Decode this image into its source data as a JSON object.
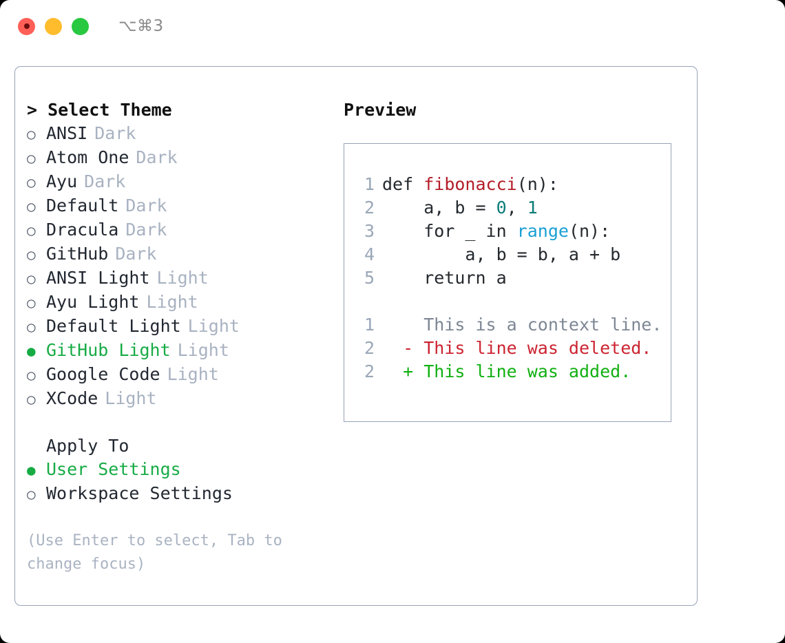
{
  "titlebar": {
    "shortcut": "⌥⌘3",
    "lights": [
      {
        "name": "close",
        "color": "#ff5f57"
      },
      {
        "name": "minimize",
        "color": "#ffbd2e"
      },
      {
        "name": "zoom",
        "color": "#28c840"
      }
    ]
  },
  "theme_list": {
    "header": "> Select Theme",
    "options": [
      {
        "bullet": "○",
        "label": "ANSI",
        "variant": "Dark",
        "selected": false
      },
      {
        "bullet": "○",
        "label": "Atom One",
        "variant": "Dark",
        "selected": false
      },
      {
        "bullet": "○",
        "label": "Ayu",
        "variant": "Dark",
        "selected": false
      },
      {
        "bullet": "○",
        "label": "Default",
        "variant": "Dark",
        "selected": false
      },
      {
        "bullet": "○",
        "label": "Dracula",
        "variant": "Dark",
        "selected": false
      },
      {
        "bullet": "○",
        "label": "GitHub",
        "variant": "Dark",
        "selected": false
      },
      {
        "bullet": "○",
        "label": "ANSI Light",
        "variant": "Light",
        "selected": false
      },
      {
        "bullet": "○",
        "label": "Ayu Light",
        "variant": "Light",
        "selected": false
      },
      {
        "bullet": "○",
        "label": "Default Light",
        "variant": "Light",
        "selected": false
      },
      {
        "bullet": "●",
        "label": "GitHub Light",
        "variant": "Light",
        "selected": true
      },
      {
        "bullet": "○",
        "label": "Google Code",
        "variant": "Light",
        "selected": false
      },
      {
        "bullet": "○",
        "label": "XCode",
        "variant": "Light",
        "selected": false
      }
    ]
  },
  "apply_to": {
    "header": "Apply To",
    "options": [
      {
        "bullet": "●",
        "label": "User Settings",
        "selected": true
      },
      {
        "bullet": "○",
        "label": "Workspace Settings",
        "selected": false
      }
    ]
  },
  "hint": "(Use Enter to select, Tab to change focus)",
  "preview": {
    "title": "Preview",
    "code_lines": [
      {
        "number": "1",
        "tokens": [
          {
            "text": "def ",
            "kind": "plain"
          },
          {
            "text": "fibonacci",
            "kind": "fn"
          },
          {
            "text": "(n):",
            "kind": "plain"
          }
        ]
      },
      {
        "number": "2",
        "tokens": [
          {
            "text": "    a, b = ",
            "kind": "plain"
          },
          {
            "text": "0",
            "kind": "num"
          },
          {
            "text": ", ",
            "kind": "plain"
          },
          {
            "text": "1",
            "kind": "num"
          }
        ]
      },
      {
        "number": "3",
        "tokens": [
          {
            "text": "    for _ in ",
            "kind": "plain"
          },
          {
            "text": "range",
            "kind": "call"
          },
          {
            "text": "(n):",
            "kind": "plain"
          }
        ]
      },
      {
        "number": "4",
        "tokens": [
          {
            "text": "        a, b = b, a + b",
            "kind": "plain"
          }
        ]
      },
      {
        "number": "5",
        "tokens": [
          {
            "text": "    return a",
            "kind": "plain"
          }
        ]
      }
    ],
    "diff_lines": [
      {
        "number": "1",
        "marker": " ",
        "text": "This is a context line.",
        "kind": "ctx"
      },
      {
        "number": "2",
        "marker": "-",
        "text": "This line was deleted.",
        "kind": "del"
      },
      {
        "number": "2",
        "marker": "+",
        "text": "This line was added.",
        "kind": "add"
      }
    ]
  },
  "colors": {
    "accent_green": "#17ab45",
    "border": "#97a3b4",
    "muted": "#a8b2c1",
    "diff_add": "#11b011",
    "diff_del": "#cb2431",
    "fn": "#b31d28",
    "call": "#1a9fd4",
    "num": "#0a7c78"
  }
}
